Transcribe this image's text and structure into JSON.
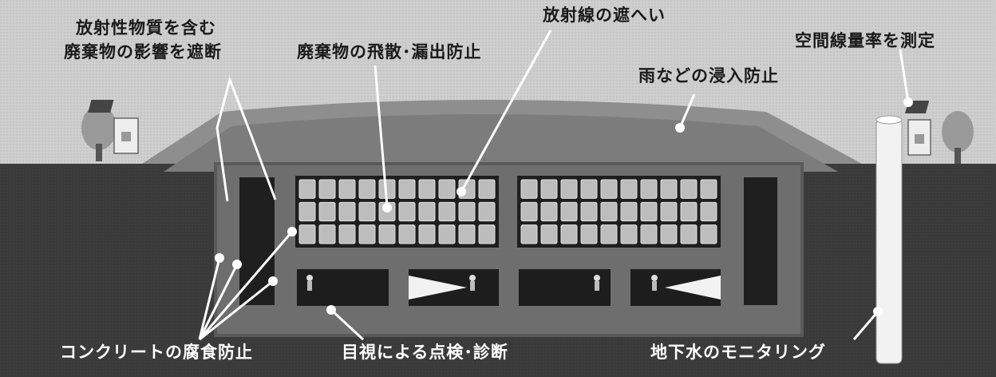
{
  "labels": {
    "shield_effect_line1": "放射性物質を含む",
    "shield_effect_line2": "廃棄物の影響を遮断",
    "scatter_leak_prevention": "廃棄物の飛散･漏出防止",
    "radiation_shielding": "放射線の遮へい",
    "air_dose_rate": "空間線量率を測定",
    "rain_infiltration": "雨などの浸入防止",
    "concrete_corrosion": "コンクリートの腐食防止",
    "visual_inspection": "目視による点検･診断",
    "groundwater_monitoring": "地下水のモニタリング"
  },
  "colors": {
    "background": "#cfcfcf",
    "ground": "#3a3a3a",
    "embankment": "#8e8e8e",
    "concrete": "#6e6e6e",
    "waste_grid": "#1e1e1e",
    "container": "#bdbdbd",
    "well": "#f2f2f2"
  }
}
